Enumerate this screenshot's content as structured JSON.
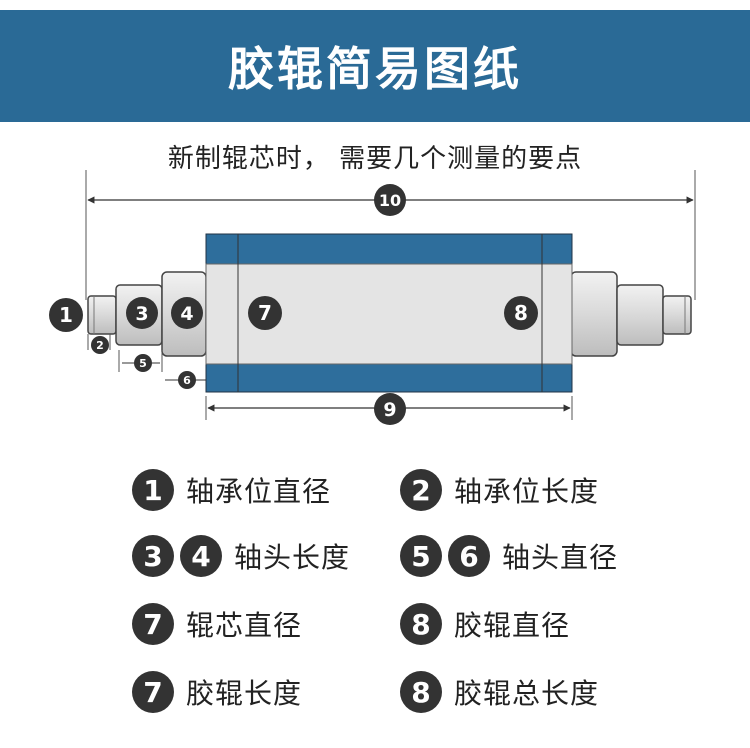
{
  "header": {
    "title": "胶辊简易图纸"
  },
  "subtitle": "新制辊芯时， 需要几个测量的要点",
  "colors": {
    "banner": "#2a6a96",
    "rubber": "#2e6e9c",
    "core": "#e4e4e4",
    "badge": "#333333"
  },
  "markers": [
    "1",
    "2",
    "3",
    "4",
    "5",
    "6",
    "7",
    "8",
    "9",
    "10"
  ],
  "legend": [
    {
      "badges": [
        "1"
      ],
      "text": "轴承位直径"
    },
    {
      "badges": [
        "2"
      ],
      "text": "轴承位长度"
    },
    {
      "badges": [
        "3",
        "4"
      ],
      "text": "轴头长度"
    },
    {
      "badges": [
        "5",
        "6"
      ],
      "text": "轴头直径"
    },
    {
      "badges": [
        "7"
      ],
      "text": "辊芯直径"
    },
    {
      "badges": [
        "8"
      ],
      "text": "胶辊直径"
    },
    {
      "badges": [
        "7"
      ],
      "text": "胶辊长度"
    },
    {
      "badges": [
        "8"
      ],
      "text": "胶辊总长度"
    }
  ]
}
